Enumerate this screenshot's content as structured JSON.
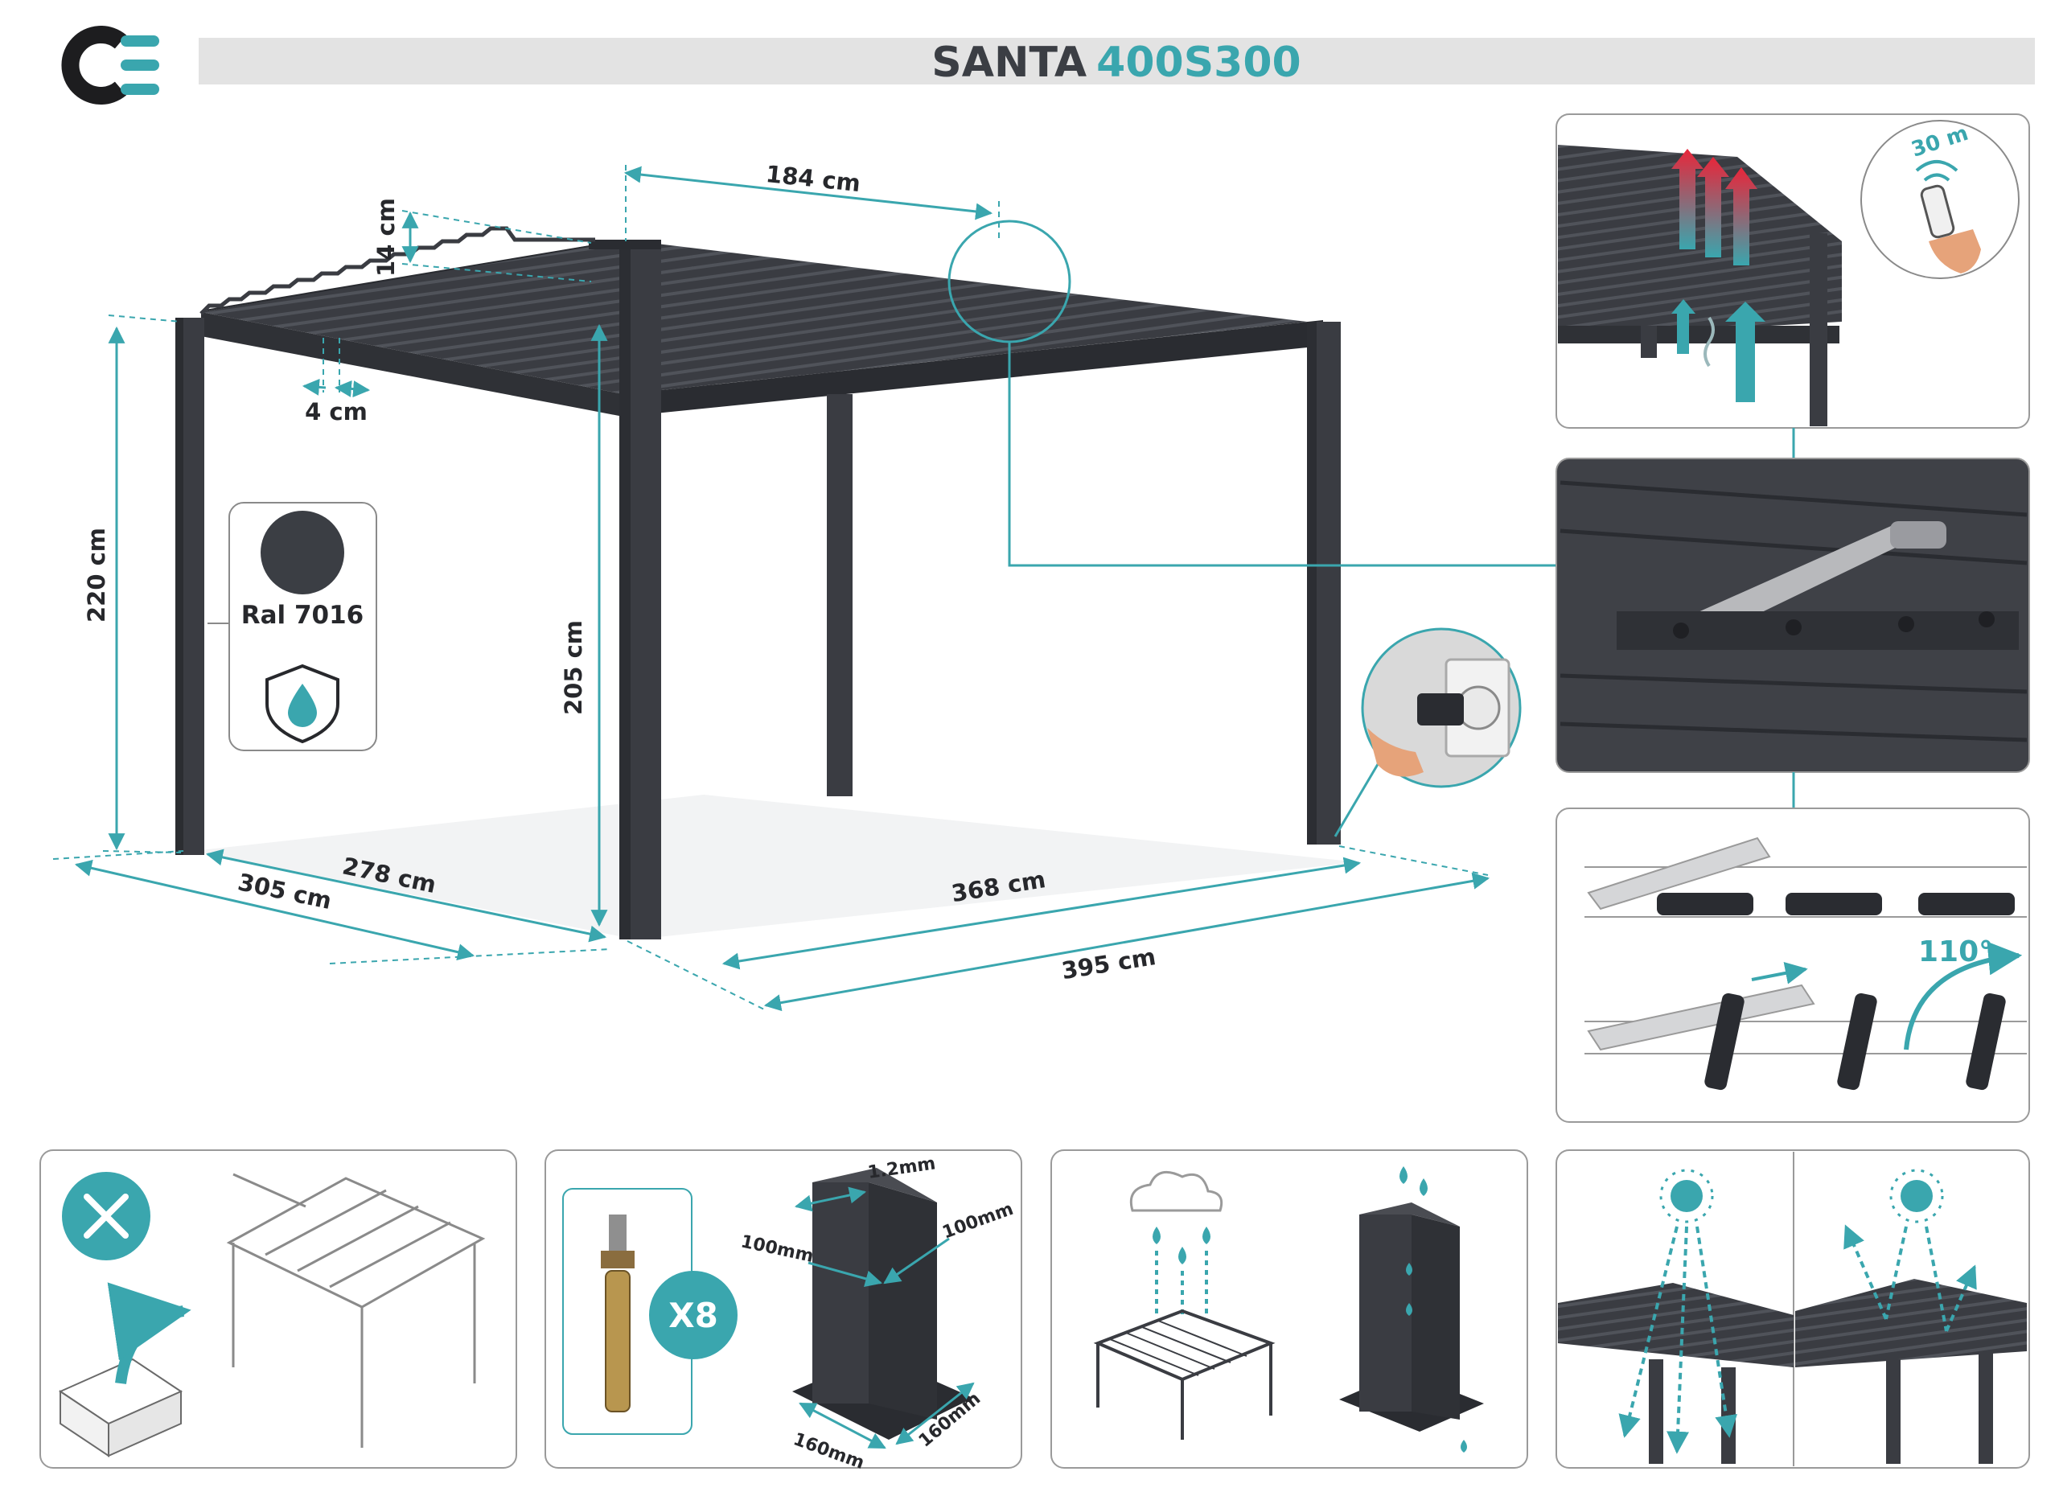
{
  "brand": {
    "logo_text": "CE",
    "colors": {
      "dark": "#1d1d1f",
      "accent": "#3aa6ae"
    }
  },
  "header": {
    "title_main": "SANTA",
    "title_model": "400S300"
  },
  "dimensions": {
    "d_184": "184 cm",
    "d_14": "14 cm",
    "d_4": "4 cm",
    "d_220": "220 cm",
    "d_205": "205 cm",
    "d_278": "278 cm",
    "d_305": "305 cm",
    "d_368": "368 cm",
    "d_395": "395 cm"
  },
  "color_badge": {
    "label": "Ral 7016",
    "swatch": "#3b3e44"
  },
  "remote_panel": {
    "range": "30 m"
  },
  "angle_panel": {
    "angle": "110°"
  },
  "anchor_panel": {
    "quantity": "X8"
  },
  "post_panel": {
    "thickness": "1.2mm",
    "width_left": "100mm",
    "width_right": "100mm",
    "base_left": "160mm",
    "base_right": "160mm"
  },
  "colors": {
    "frame": "#3a3c42",
    "accent": "#3aa6ae",
    "panel_border": "#9a9a9a",
    "header_bar": "#e3e3e3"
  }
}
